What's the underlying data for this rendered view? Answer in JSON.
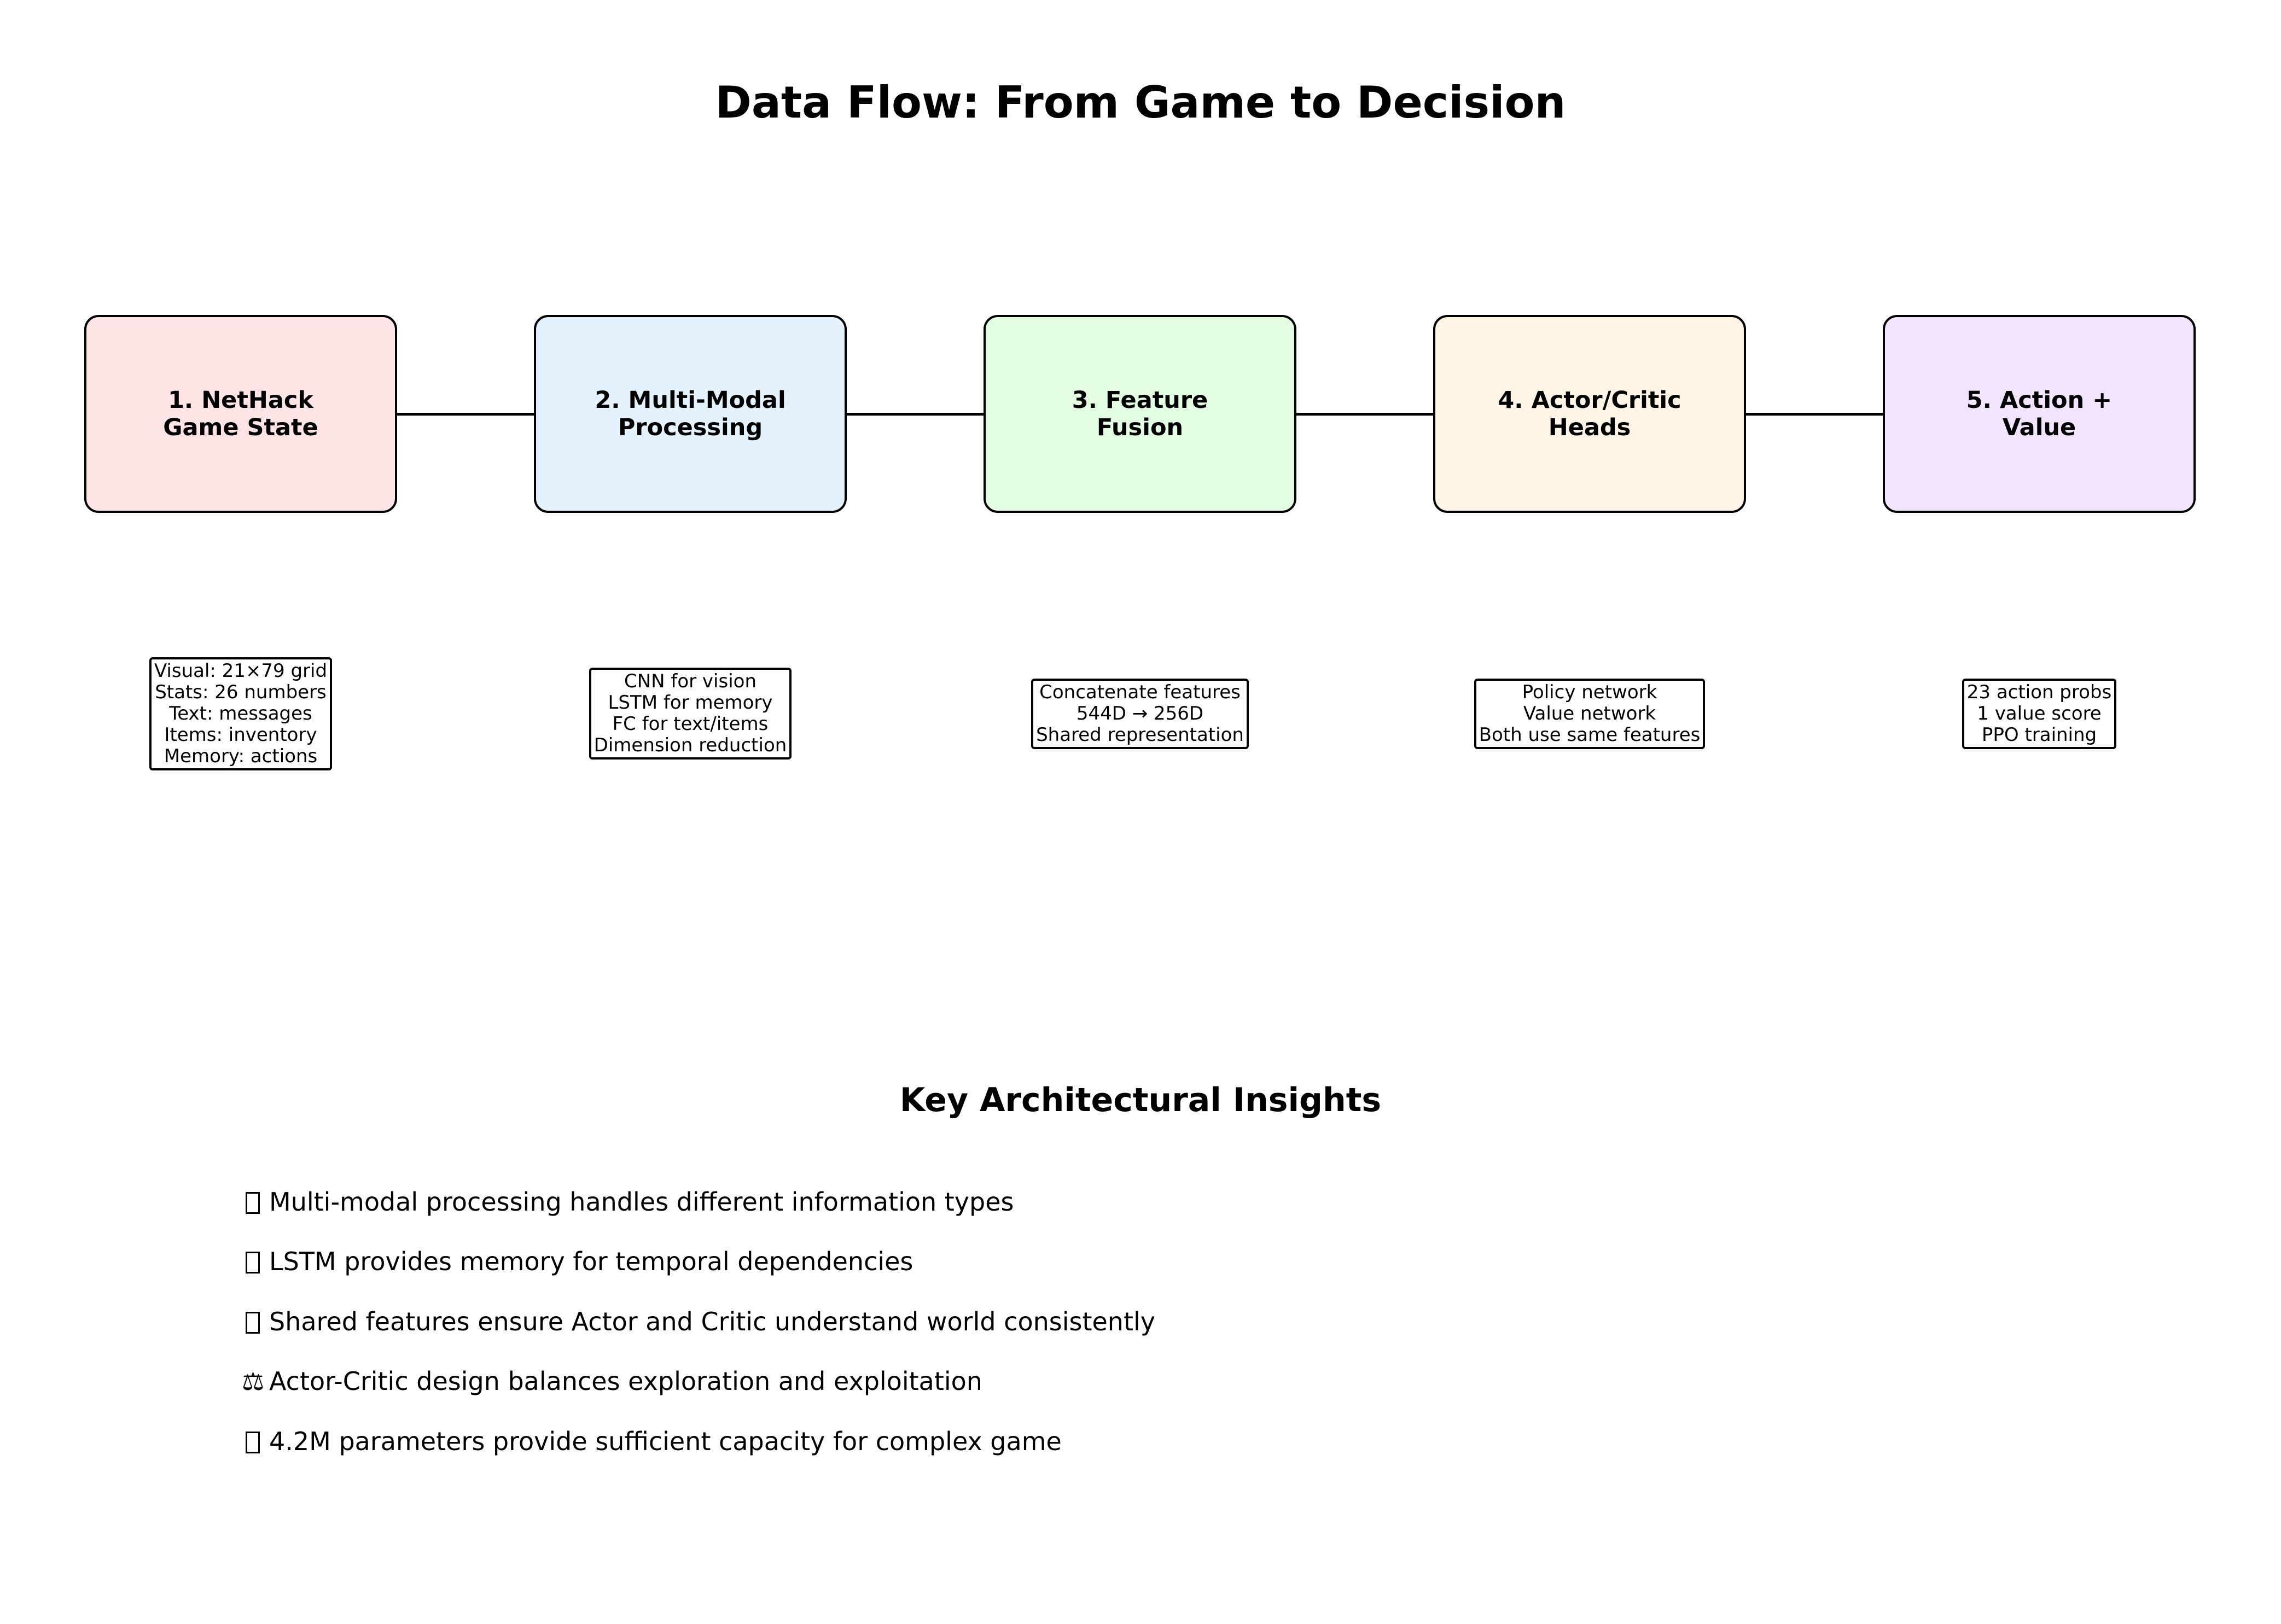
{
  "title": "Data Flow: From Game to Decision",
  "stages": [
    {
      "label": "1. NetHack\nGame State",
      "color": "#ffe4e6",
      "details": "Visual: 21×79 grid\nStats: 26 numbers\nText: messages\nItems: inventory\nMemory: actions"
    },
    {
      "label": "2. Multi-Modal\nProcessing",
      "color": "#e3f2fd",
      "details": "CNN for vision\nLSTM for memory\nFC for text/items\nDimension reduction"
    },
    {
      "label": "3. Feature\nFusion",
      "color": "#e3fde3",
      "details": "Concatenate features\n544D → 256D\nShared representation"
    },
    {
      "label": "4. Actor/Critic\nHeads",
      "color": "#fef5e6",
      "details": "Policy network\nValue network\nBoth use same features"
    },
    {
      "label": "5. Action +\nValue",
      "color": "#f2e4fd",
      "details": "23 action probs\n1 value score\nPPO training"
    }
  ],
  "insights": {
    "title": "Key Architectural Insights",
    "items": [
      {
        "icon": "missing-glyph-icon",
        "text": "Multi-modal processing handles different information types"
      },
      {
        "icon": "missing-glyph-icon",
        "text": "LSTM provides memory for temporal dependencies"
      },
      {
        "icon": "missing-glyph-icon",
        "text": "Shared features ensure Actor and Critic understand world consistently"
      },
      {
        "icon": "balance-scale-icon",
        "glyph": "⚖",
        "text": "Actor-Critic design balances exploration and exploitation"
      },
      {
        "icon": "missing-glyph-icon",
        "text": "4.2M parameters provide sufficient capacity for complex game"
      }
    ]
  }
}
